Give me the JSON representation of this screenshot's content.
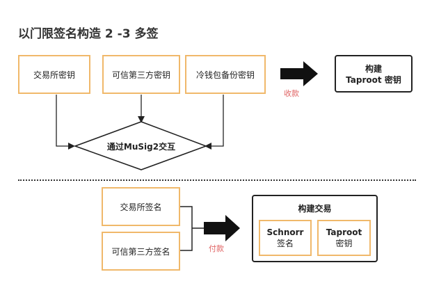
{
  "title": "以门限签名构造 2 -3 多签",
  "top": {
    "boxes": [
      "交易所密钥",
      "可信第三方密钥",
      "冷钱包备份密钥"
    ],
    "diamond": "通过MuSig2交互",
    "arrow_label": "收款",
    "result": [
      "构建",
      "Taproot 密钥"
    ]
  },
  "bottom": {
    "boxes": [
      "交易所签名",
      "可信第三方签名"
    ],
    "arrow_label": "付款",
    "container_title": "构建交易",
    "inner": [
      [
        "Schnorr",
        "签名"
      ],
      [
        "Taproot",
        "密钥"
      ]
    ]
  },
  "colors": {
    "box_border": "#f0b86a",
    "dark_border": "#222222",
    "label": "#e06666"
  }
}
